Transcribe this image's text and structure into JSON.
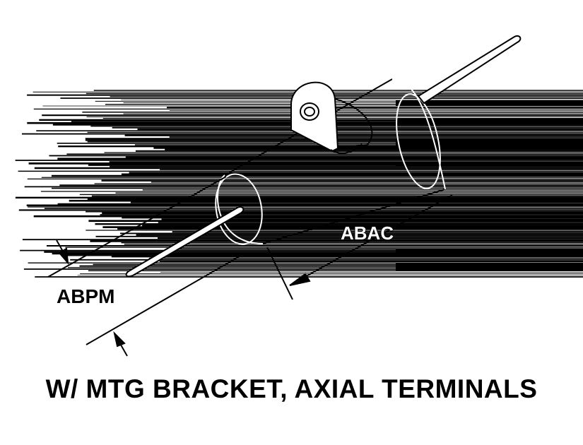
{
  "dimensions": {
    "abpm": "ABPM",
    "abac": "ABAC"
  },
  "caption": "W/ MTG BRACKET, AXIAL TERMINALS"
}
